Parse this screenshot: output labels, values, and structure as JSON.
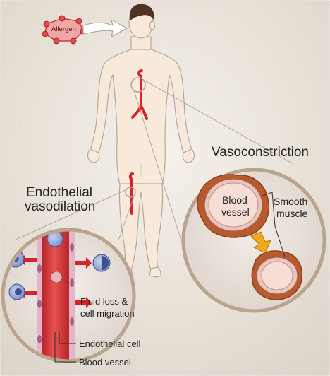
{
  "labels": {
    "allergen": "Allergen",
    "vasoconstriction": "Vasoconstriction",
    "endothelial_vasodilation_line1": "Endothelial",
    "endothelial_vasodilation_line2": "vasodilation",
    "blood_vessel_line1": "Blood",
    "blood_vessel_line2": "vessel",
    "smooth_muscle_line1": "Smooth",
    "smooth_muscle_line2": "muscle",
    "fluid_loss_line1": "Fluid loss &",
    "fluid_loss_line2": "cell migration",
    "endothelial_cell": "Endothelial cell",
    "blood_vessel_bottom": "Blood vessel"
  },
  "colors": {
    "background": "#ebe5dc",
    "skin": "#f7eadb",
    "skin_outline": "#b9a894",
    "hair": "#4e3324",
    "artery": "#d8232a",
    "allergen": "#e5484b",
    "callout_bg": "#ece6e0",
    "callout_ring": "#b9a48e",
    "vessel_lumen": "#f6ddd6",
    "muscle": "#bb5a2a",
    "arrow_yellow": "#f4a81c",
    "cell_blue": "#5a6fb5"
  }
}
